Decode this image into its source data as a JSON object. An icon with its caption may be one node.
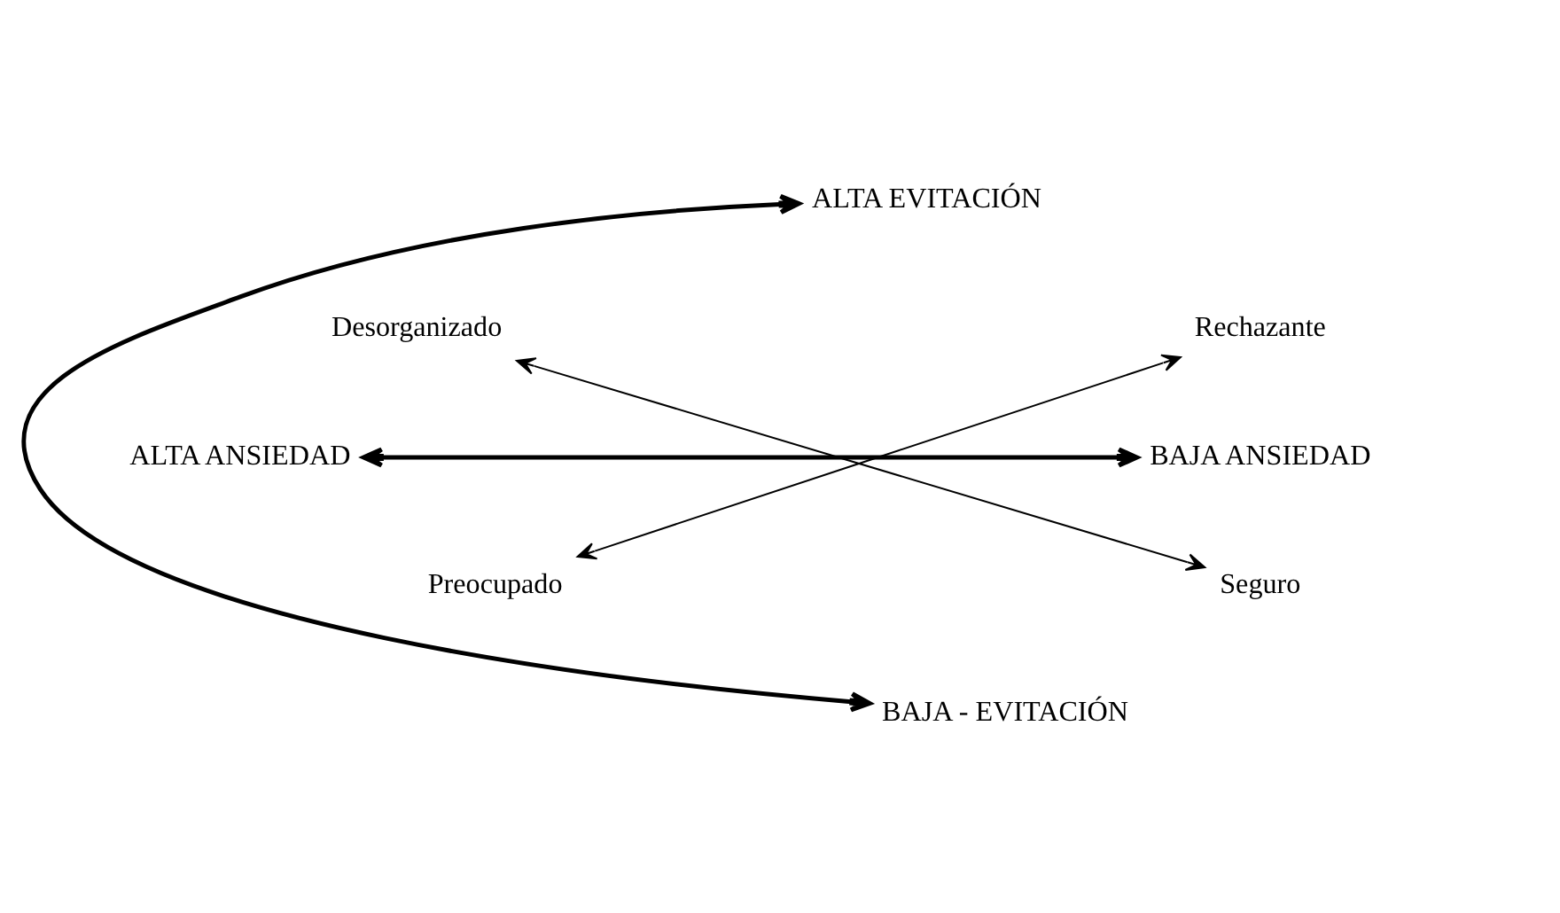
{
  "diagram": {
    "nodes": [
      {
        "text": [
          "ALTA EVITACIÓN"
        ]
      },
      {
        "text": [
          "Rechazante"
        ]
      },
      {
        "text": [
          "Desorganizado"
        ]
      },
      {
        "text": [
          "BAJA ANSIEDAD"
        ]
      },
      {
        "text": [
          "ALTA ANSIEDAD"
        ]
      },
      {
        "text": [
          "Seguro"
        ]
      },
      {
        "text": [
          "Preocupado"
        ]
      },
      {
        "text": [
          "BAJA - EVITACIÓN"
        ]
      }
    ],
    "edges": [
      {
        "from": 0,
        "to": 7,
        "arrow": "both",
        "style": "thick"
      },
      {
        "from": 3,
        "to": 4,
        "arrow": "both",
        "style": "thick"
      },
      {
        "from": 1,
        "to": 6,
        "arrow": "both"
      },
      {
        "from": 2,
        "to": 5,
        "arrow": "both"
      }
    ]
  }
}
